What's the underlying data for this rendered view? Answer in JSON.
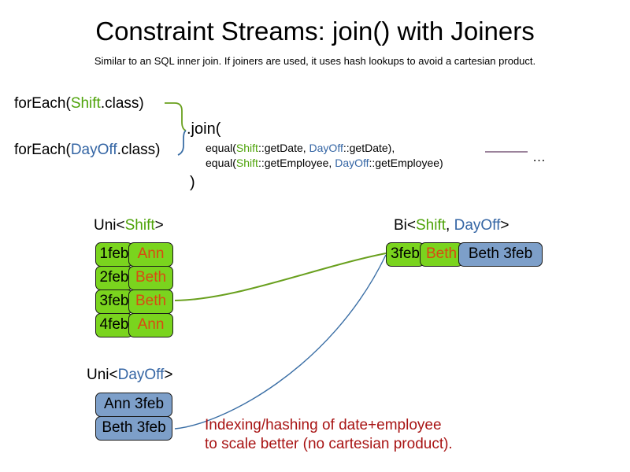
{
  "header": {
    "title": "Constraint Streams: join() with Joiners",
    "subtitle": "Similar to an SQL inner join. If joiners are used, it uses hash lookups to avoid a cartesian product."
  },
  "code": {
    "foreach_shift": {
      "prefix": "forEach(",
      "type": "Shift",
      "suffix": ".class)"
    },
    "foreach_dayoff": {
      "prefix": "forEach(",
      "type": "DayOff",
      "suffix": ".class)"
    },
    "join_open": ".join(",
    "join_close": ")",
    "joiners": [
      {
        "call": "equal(",
        "left_type": "Shift",
        "left_method": "::getDate, ",
        "right_type": "DayOff",
        "right_method": "::getDate),"
      },
      {
        "call": "equal(",
        "left_type": "Shift",
        "left_method": "::getEmployee, ",
        "right_type": "DayOff",
        "right_method": "::getEmployee)"
      }
    ],
    "ellipsis": "…"
  },
  "streams": {
    "uni_shift": {
      "label_prefix": "Uni<",
      "label_type": "Shift",
      "label_suffix": ">",
      "rows": [
        {
          "date": "1feb",
          "name": "Ann"
        },
        {
          "date": "2feb",
          "name": "Beth"
        },
        {
          "date": "3feb",
          "name": "Beth"
        },
        {
          "date": "4feb",
          "name": "Ann"
        }
      ]
    },
    "uni_dayoff": {
      "label_prefix": "Uni<",
      "label_type": "DayOff",
      "label_suffix": ">",
      "rows": [
        {
          "value": "Ann 3feb"
        },
        {
          "value": "Beth 3feb"
        }
      ]
    },
    "bi": {
      "label_prefix": "Bi<",
      "label_type_a": "Shift",
      "label_separator": ", ",
      "label_type_b": "DayOff",
      "label_suffix": ">",
      "row": {
        "date": "3feb",
        "name": "Beth",
        "pair": "Beth 3feb"
      }
    }
  },
  "annotation": {
    "line1": "Indexing/hashing of date+employee",
    "line2": "to scale better (no cartesian product)."
  },
  "colors": {
    "shift_green": "#4ea309",
    "dayoff_blue": "#3465a4",
    "box_green": "#7ad41e",
    "box_blue": "#7d9fc9",
    "name_orange": "#d94a12",
    "annotation_red": "#a81414",
    "connector_green": "#69a01e",
    "connector_blue": "#3a6ea5",
    "rule_purple": "#7a5a7a"
  }
}
